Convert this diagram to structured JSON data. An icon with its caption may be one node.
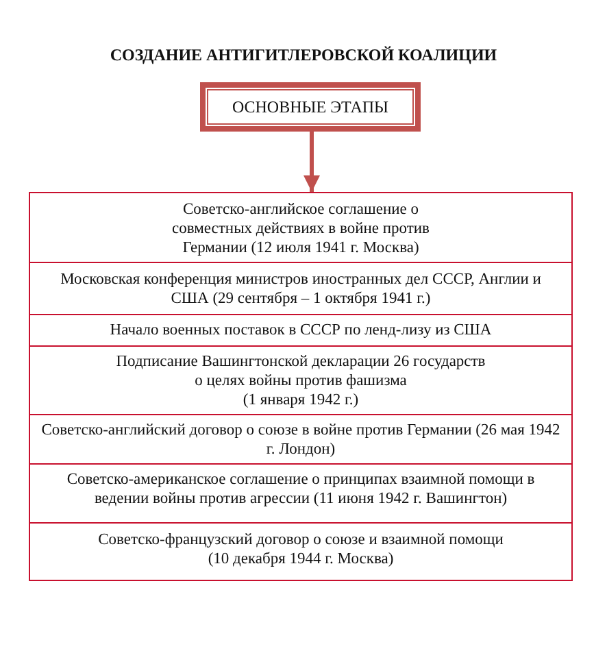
{
  "diagram": {
    "title": "СОЗДАНИЕ АНТИГИТЛЕРОВСКОЙ КОАЛИЦИИ",
    "nodes": [
      {
        "text": [
          "ОСНОВНЫЕ ЭТАПЫ"
        ]
      },
      {
        "text": [],
        "shape": "box"
      },
      {
        "text": [
          "Советско-английское соглашение о совместных действиях в войне против Германии (12 июля 1941 г. Москва)"
        ],
        "in": 1
      },
      {
        "text": [
          "Московская конференция министров иностранных дел СССР, Англии и США (29 сентября – 1 октября 1941 г.)"
        ],
        "in": 1
      },
      {
        "text": [
          "Начало военных поставок в СССР по ленд-лизу из США"
        ],
        "in": 1
      },
      {
        "text": [
          "Подписание Вашингтонской декларации 26 государств о целях войны против фашизма",
          "(1 января 1942 г.)"
        ],
        "in": 1
      },
      {
        "text": [
          "Советско-английский договор о союзе в войне против Германии (26 мая 1942 г. Лондон)"
        ],
        "in": 1
      },
      {
        "text": [
          "Советско-американское соглашение о принципах взаимной помощи в ведении войны против агрессии (11 июня 1942 г. Вашингтон)"
        ],
        "in": 1
      },
      {
        "text": [
          "Советско-французский договор о союзе и взаимной помощи (10 декабря 1944 г. Москва)"
        ],
        "in": 1
      }
    ],
    "edges": [
      {
        "from": 0,
        "to": 1,
        "arrow": "to"
      }
    ]
  }
}
